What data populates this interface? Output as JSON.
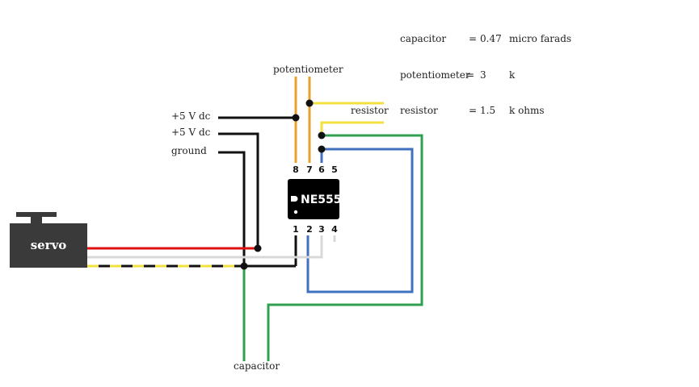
{
  "colors": {
    "power_red": "#e01010",
    "black": "#111111",
    "orange": "#e8a030",
    "yellow": "#f0e040",
    "green": "#30a050",
    "blue": "#4070c0",
    "white_wire": "#d8d8d8",
    "servo_body": "#3a3a3a"
  },
  "servo": {
    "label": "servo"
  },
  "chip": {
    "label": "NE555",
    "pins_top": [
      "8",
      "7",
      "6",
      "5"
    ],
    "pins_bottom": [
      "1",
      "2",
      "3",
      "4"
    ]
  },
  "labels": {
    "potentiometer": "potentiometer",
    "resistor": "resistor",
    "vdc1": "+5 V dc",
    "vdc2": "+5 V dc",
    "ground": "ground",
    "capacitor": "capacitor"
  },
  "specs": [
    {
      "name": "capacitor",
      "eq": "=",
      "value": "0.47",
      "unit": "micro farads"
    },
    {
      "name": "potentiometer",
      "eq": "=",
      "value": "3",
      "unit": "k"
    },
    {
      "name": "resistor",
      "eq": "=",
      "value": "1.5",
      "unit": "k ohms"
    }
  ]
}
